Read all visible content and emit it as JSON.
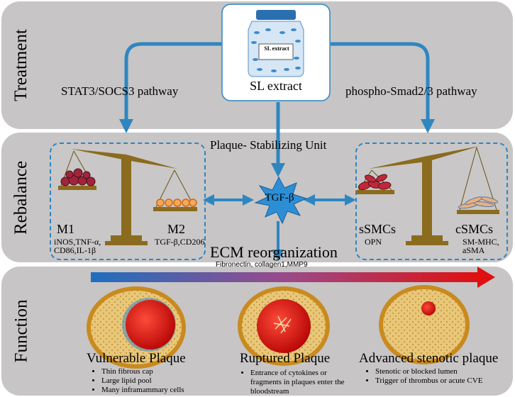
{
  "rows": {
    "treatment": "Treatment",
    "rebalance": "Rebalance",
    "function": "Function"
  },
  "treatment": {
    "bottle_label": "SL extract",
    "caption": "SL extract",
    "left_pathway": "STAT3/SOCS3  pathway",
    "right_pathway": "phospho-Smad2/3  pathway"
  },
  "rebalance": {
    "unit_title": "Plaque- Stabilizing Unit",
    "center": "TGF-β",
    "left": {
      "a": "M1",
      "a_markers": "iNOS,TNF-α,\nCD86,IL-1β",
      "b": "M2",
      "b_markers": "TGF-β,CD206"
    },
    "right": {
      "a": "sSMCs",
      "a_markers": "OPN",
      "b": "cSMCs",
      "b_markers": "SM-MHC,\naSMA"
    },
    "ecm_title": "ECM reorganization",
    "ecm_markers": "Fibronectin, collagen1,MMP9"
  },
  "function": {
    "plaques": [
      {
        "title": "Vulnerable Plaque",
        "bullets": [
          "Thin fibrous cap",
          "Large lipid pool",
          "Many inframammary cells"
        ]
      },
      {
        "title": "Ruptured Plaque",
        "bullets": [
          "Entrance of cytokines or fragments in plaques  enter the bloodstream"
        ]
      },
      {
        "title": "Advanced  stenotic plaque",
        "bullets": [
          "Stenotic or blocked lumen",
          "Trigger  of thrombus or acute CVE"
        ]
      }
    ]
  },
  "colors": {
    "panel": "#c7c5c5",
    "arrow": "#2e86c1",
    "scale": "#8b6b1e",
    "plaque": "#e8c77a",
    "lumen": "#e01010",
    "gradient_start": "#1e6fc0",
    "gradient_end": "#e01010"
  }
}
